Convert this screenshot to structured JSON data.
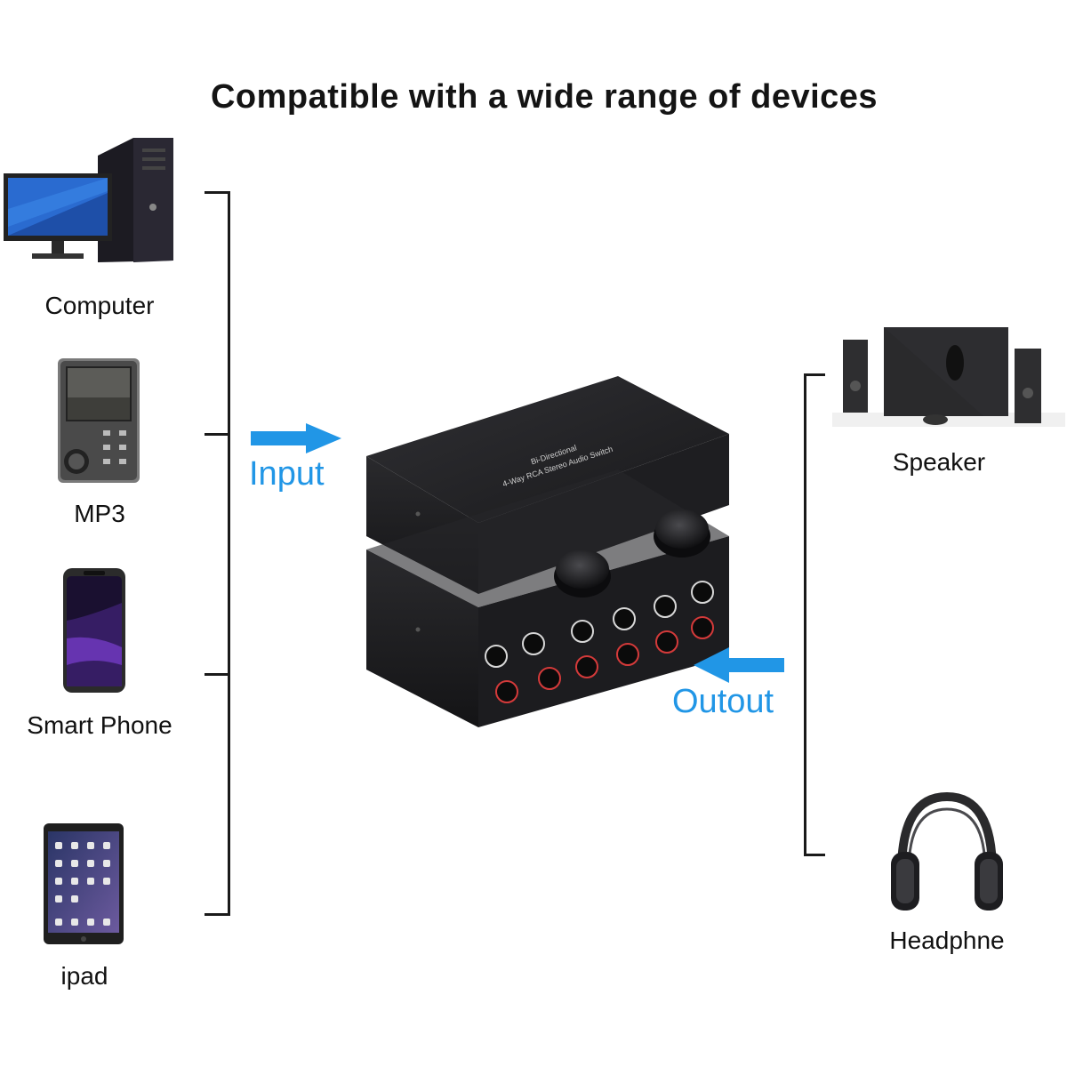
{
  "title": "Compatible with a wide range of devices",
  "inputs": [
    {
      "label": "Computer",
      "icon": "computer-icon"
    },
    {
      "label": "MP3",
      "icon": "mp3-player-icon"
    },
    {
      "label": "Smart Phone",
      "icon": "smartphone-icon"
    },
    {
      "label": "ipad",
      "icon": "tablet-icon"
    }
  ],
  "outputs": [
    {
      "label": "Speaker",
      "icon": "speaker-icon"
    },
    {
      "label": "Headphne",
      "icon": "headphone-icon"
    }
  ],
  "input_label": "Input",
  "output_label": "Outout",
  "device": {
    "label_line1": "Bi-Directional",
    "label_line2": "4-Way RCA Stereo Audio Switch"
  },
  "colors": {
    "accent": "#2196e6",
    "device": "#1b1b1d",
    "text": "#111111"
  }
}
